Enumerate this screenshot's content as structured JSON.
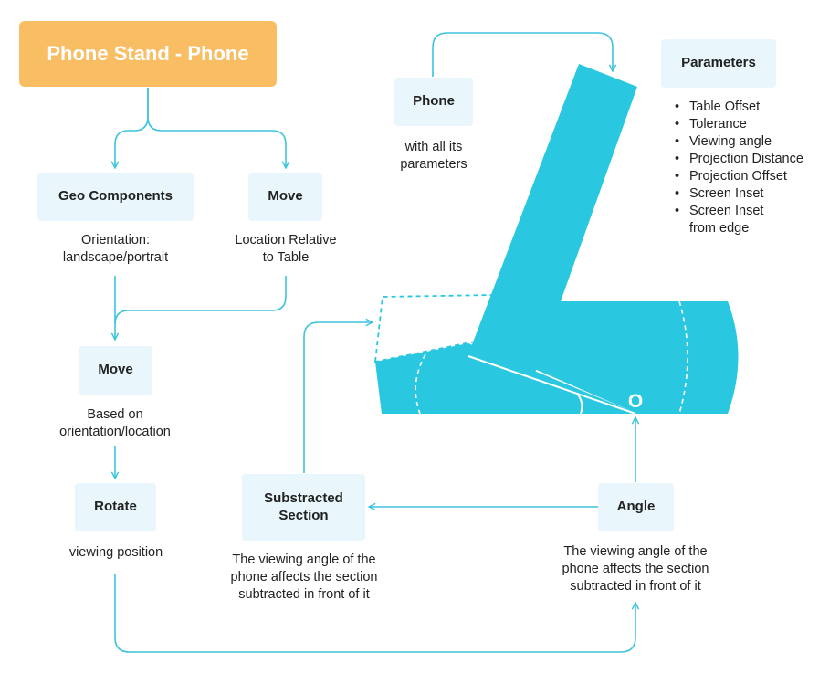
{
  "title": "Phone Stand - Phone",
  "nodes": {
    "geo_components": {
      "label": "Geo Components",
      "note": [
        "Orientation:",
        "landscape/portrait"
      ]
    },
    "move_1": {
      "label": "Move",
      "note": [
        "Location Relative",
        "to Table"
      ]
    },
    "move_2": {
      "label": "Move",
      "note": [
        "Based on",
        "orientation/location"
      ]
    },
    "rotate": {
      "label": "Rotate",
      "note": [
        "viewing position"
      ]
    },
    "phone": {
      "label": "Phone",
      "note": [
        "with all its",
        "parameters"
      ]
    },
    "parameters": {
      "label": "Parameters",
      "items": [
        "Table Offset",
        "Tolerance",
        "Viewing angle",
        "Projection Distance",
        "Projection Offset",
        "Screen Inset",
        "Screen Inset\nfrom edge"
      ]
    },
    "subtracted_section": {
      "label": [
        "Substracted",
        "Section"
      ],
      "note": [
        "The viewing angle of the",
        "phone affects the section",
        "subtracted in front of it"
      ]
    },
    "angle": {
      "label": "Angle",
      "note": [
        "The viewing angle of the",
        "phone affects the section",
        "subtracted in front of it"
      ]
    }
  },
  "illustration": {
    "origin_label": "O"
  },
  "colors": {
    "title_bg": "#f9be63",
    "node_bg": "#e9f6fb",
    "accent": "#29c8e0",
    "arrow": "#3cc4dc"
  }
}
